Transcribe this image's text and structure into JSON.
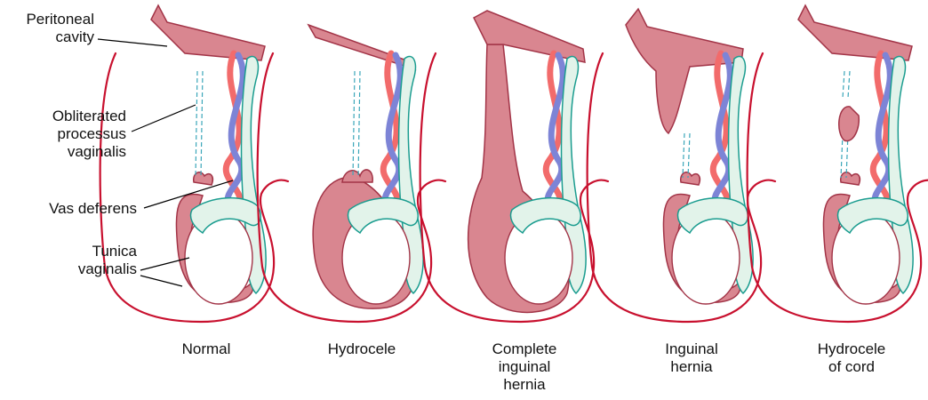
{
  "labels": {
    "peritoneal_cavity": "Peritoneal\ncavity",
    "obliterated_processus_vaginalis": "Obliterated\nprocessus\nvaginalis",
    "vas_deferens": "Vas deferens",
    "tunica_vaginalis": "Tunica\nvaginalis"
  },
  "panels": [
    {
      "id": "normal",
      "caption": "Normal"
    },
    {
      "id": "hydrocele",
      "caption": "Hydrocele"
    },
    {
      "id": "complete-inguinal-hernia",
      "caption": "Complete\ninguinal\nhernia"
    },
    {
      "id": "inguinal-hernia",
      "caption": "Inguinal\nhernia"
    },
    {
      "id": "hydrocele-of-cord",
      "caption": "Hydrocele\nof cord"
    }
  ],
  "colors": {
    "skin_outline": "#c8102e",
    "serous_sac_fill": "#d98690",
    "serous_sac_stroke": "#a23447",
    "testis_fill": "#ffffff",
    "epididymis_fill": "#e2f3ea",
    "epididymis_stroke": "#1a9c8f",
    "artery": "#f26b6b",
    "vein": "#7d84d6",
    "leader_line": "#000000"
  }
}
